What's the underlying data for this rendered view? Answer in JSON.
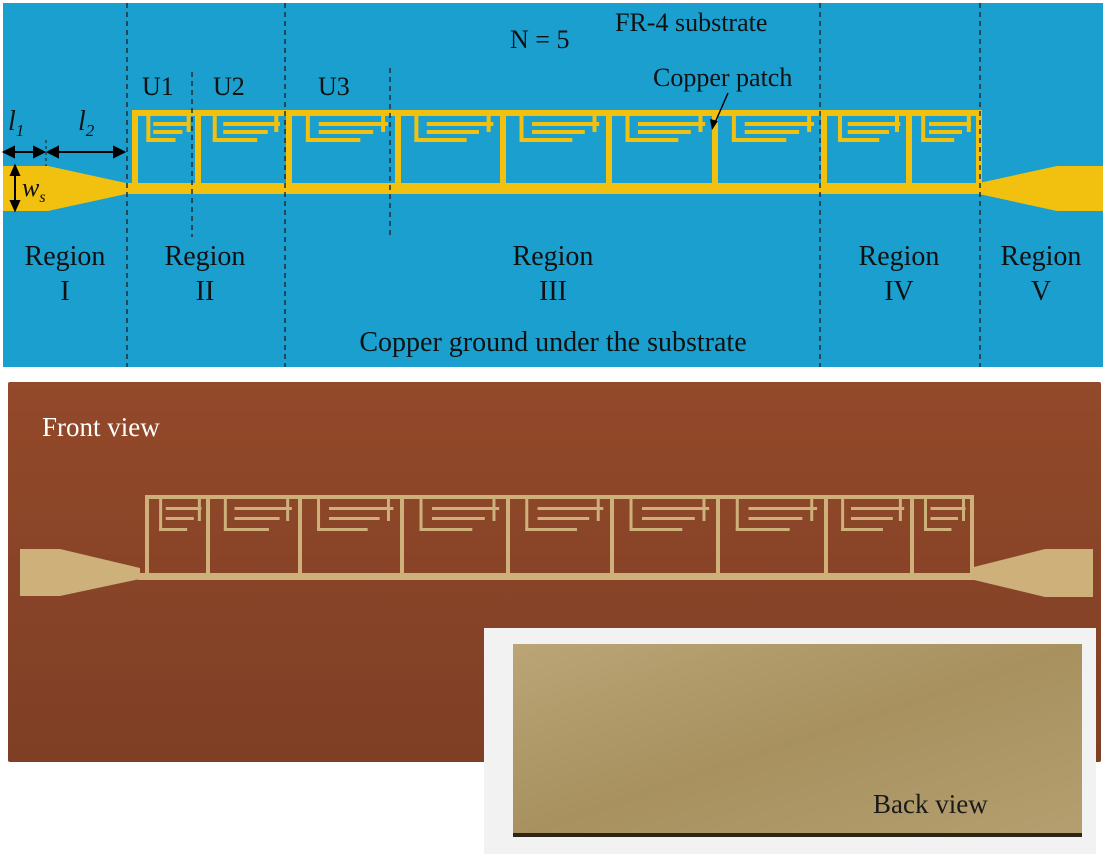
{
  "schematic": {
    "substrate_label": "FR-4 substrate",
    "n_label": "N = 5",
    "patch_label": "Copper patch",
    "ground_label": "Copper ground under the substrate",
    "unit_labels": [
      "U1",
      "U2",
      "U3"
    ],
    "dims": {
      "l1": "l",
      "l1_sub": "1",
      "l2": "l",
      "l2_sub": "2",
      "ws": "w",
      "ws_sub": "s"
    },
    "regions": [
      {
        "word": "Region",
        "num": "I"
      },
      {
        "word": "Region",
        "num": "II"
      },
      {
        "word": "Region",
        "num": "III"
      },
      {
        "word": "Region",
        "num": "IV"
      },
      {
        "word": "Region",
        "num": "V"
      }
    ],
    "colors": {
      "substrate": "#1a9fcf",
      "copper": "#f2c10f",
      "divider": "#1f2f3a"
    }
  },
  "photo": {
    "front_label": "Front view",
    "back_label": "Back view",
    "colors": {
      "pcb": "#8a4527",
      "trace": "#cdb07a",
      "back": "#b29a6b"
    }
  }
}
